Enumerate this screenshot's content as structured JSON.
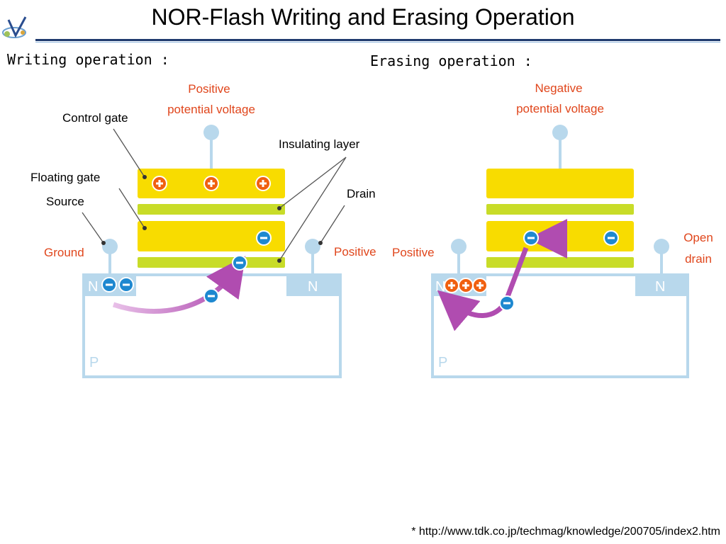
{
  "title": "NOR-Flash Writing and Erasing Operation",
  "sections": {
    "writing": "Writing operation :",
    "erasing": "Erasing operation :"
  },
  "writing": {
    "top_label_1": "Positive",
    "top_label_2": "potential voltage",
    "control_gate": "Control gate",
    "insulating_layer": "Insulating layer",
    "floating_gate": "Floating gate",
    "source": "Source",
    "drain": "Drain",
    "ground": "Ground",
    "positive": "Positive",
    "n_left": "N",
    "n_right": "N",
    "p": "P"
  },
  "erasing": {
    "top_label_1": "Negative",
    "top_label_2": "potential voltage",
    "positive": "Positive",
    "open_1": "Open",
    "open_2": "drain",
    "n_left": "N",
    "n_right": "N",
    "p": "P"
  },
  "footnote": "* http://www.tdk.co.jp/techmag/knowledge/200705/index2.htm",
  "colors": {
    "gate_yellow": "#f8dc00",
    "insulator_green": "#c8dc28",
    "substrate_blue": "#b8d8ec",
    "label_red": "#e0461c",
    "arrow_purple": "#b04cb0",
    "electron_blue": "#1e88d0",
    "hole_orange": "#f06010"
  }
}
